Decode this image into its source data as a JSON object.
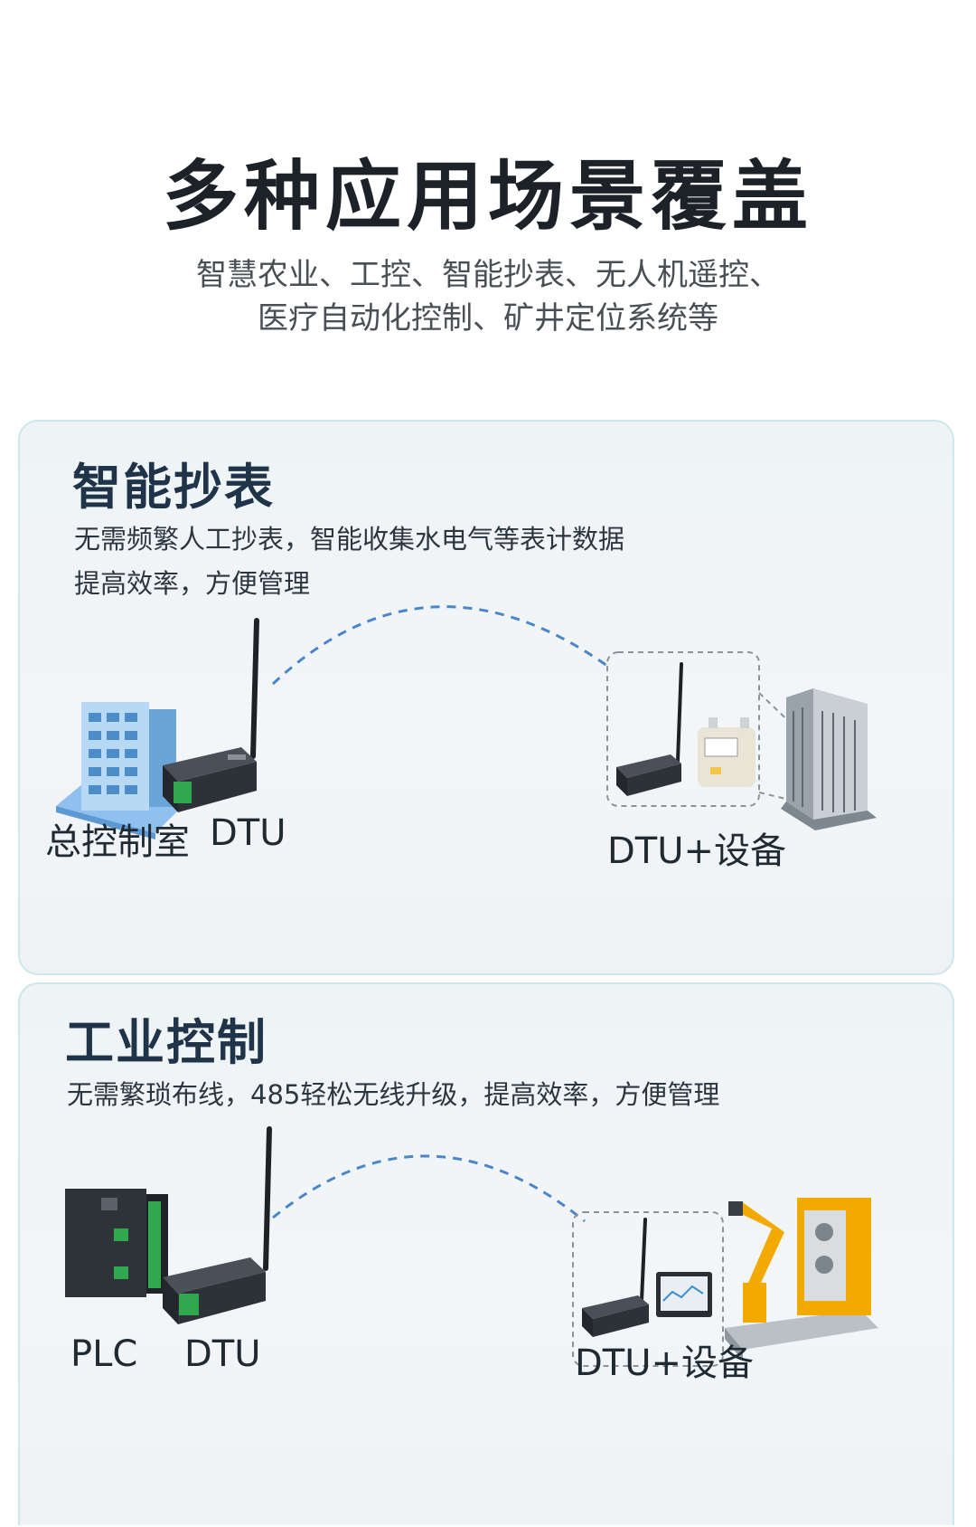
{
  "header": {
    "title": "多种应用场景覆盖",
    "subtitle_line1": "智慧农业、工控、智能抄表、无人机遥控、",
    "subtitle_line2": "医疗自动化控制、矿井定位系统等"
  },
  "cards": [
    {
      "title": "智能抄表",
      "desc_line1": "无需频繁人工抄表，智能收集水电气等表计数据",
      "desc_line2": "提高效率，方便管理",
      "label_left_a": "总控制室",
      "label_left_b": "DTU",
      "label_right": "DTU+设备"
    },
    {
      "title": "工业控制",
      "desc_line1": "无需繁琐布线，485轻松无线升级，提高效率，方便管理",
      "label_left_a": "PLC",
      "label_left_b": "DTU",
      "label_right": "DTU+设备"
    }
  ],
  "colors": {
    "dashed_link": "#4a86c9",
    "card_border": "#cfe6ea",
    "device_body": "#2d3238",
    "terminal_green": "#2fa84f",
    "robot_yellow": "#f2a900"
  }
}
